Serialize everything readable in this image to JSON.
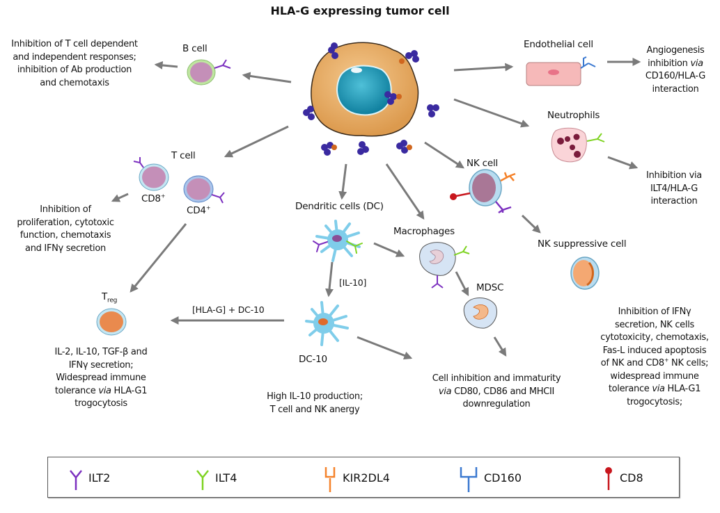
{
  "title": "HLA-G expressing tumor cell",
  "cells": {
    "b_cell": "B cell",
    "endothelial": "Endothelial cell",
    "neutrophils": "Neutrophils",
    "t_cell": "T cell",
    "cd8": "CD8",
    "cd4": "CD4",
    "plus": "+",
    "nk_cell": "NK cell",
    "dc": "Dendritic cells (DC)",
    "macrophages": "Macrophages",
    "nk_suppressive": "NK suppressive cell",
    "mdsc": "MDSC",
    "treg_main": "T",
    "treg_sub": "reg",
    "dc10": "DC-10"
  },
  "arrow_labels": {
    "il10": "[IL-10]",
    "hlag_dc10": "[HLA-G] + DC-10"
  },
  "descriptions": {
    "b_cell": [
      "Inhibition of T cell dependent",
      "and independent responses;",
      "inhibition of Ab production",
      "and chemotaxis"
    ],
    "endothelial": [
      "Angiogenesis",
      "inhibition ",
      "via",
      "CD160/HLA-G",
      "interaction"
    ],
    "neutrophils": [
      "Inhibition via",
      "ILT4/HLA-G",
      "interaction"
    ],
    "t_cell": [
      "Inhibition of",
      "proliferation, cytotoxic",
      "function, chemotaxis",
      "and IFNγ secretion"
    ],
    "treg": [
      "IL-2, IL-10, TGF-β and",
      "IFNγ secretion;",
      "Widespread immune",
      "tolerance ",
      "via",
      " HLA-G1",
      "trogocytosis"
    ],
    "dc10": [
      "High IL-10 production;",
      "T cell and NK anergy"
    ],
    "myeloid": [
      "Cell inhibition and immaturity",
      "via",
      " CD80, CD86 and MHCII",
      "downregulation"
    ],
    "nk": [
      "Inhibition of IFNγ",
      "secretion, NK cells",
      "cytotoxicity, chemotaxis,",
      "Fas-L induced apoptosis",
      "of NK and CD8",
      "+",
      " NK cells;",
      "widespread immune",
      "tolerance ",
      "via",
      " HLA-G1",
      "trogocytosis;"
    ]
  },
  "legend": [
    {
      "label": "ILT2",
      "icon": "ilt2-receptor-icon",
      "color": "#7b2fbf"
    },
    {
      "label": "ILT4",
      "icon": "ilt4-receptor-icon",
      "color": "#7ed321"
    },
    {
      "label": "KIR2DL4",
      "icon": "kir2dl4-receptor-icon",
      "color": "#f5822a"
    },
    {
      "label": "CD160",
      "icon": "cd160-receptor-icon",
      "color": "#3a78d0"
    },
    {
      "label": "CD8",
      "icon": "cd8-receptor-icon",
      "color": "#c8161d"
    }
  ],
  "colors": {
    "arrow": "#7a7a7a",
    "hla_g": "#3a2aa0",
    "tumor_cytoplasm": "#e7a55c",
    "tumor_nucleus": "#1a9ab5"
  }
}
